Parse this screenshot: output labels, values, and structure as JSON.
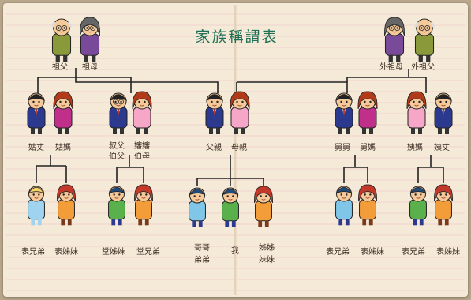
{
  "title": "家族稱謂表",
  "labels": {
    "grandfather": "祖父",
    "grandmother": "祖母",
    "maternal_grandmother": "外祖母",
    "maternal_grandfather": "外祖父",
    "paternal_aunt_husband": "姑丈",
    "paternal_aunt": "姑媽",
    "uncle_younger": "叔父",
    "uncle_younger_wife": "嬸嬸",
    "uncle_elder": "伯父",
    "uncle_elder_wife": "伯母",
    "father": "父親",
    "mother": "母親",
    "maternal_uncle": "舅舅",
    "maternal_uncle_wife": "舅媽",
    "maternal_aunt": "姨媽",
    "maternal_aunt_husband": "姨丈",
    "cousin_male_1": "表兄弟",
    "cousin_female_1": "表姊妹",
    "cousin_tang_female": "堂姊妹",
    "cousin_tang_male": "堂兄弟",
    "brother_elder": "哥哥",
    "brother_younger": "弟弟",
    "me": "我",
    "sister_elder": "姊姊",
    "sister_younger": "妹妹",
    "cousin_male_2": "表兄弟",
    "cousin_female_2": "表姊妹",
    "cousin_male_3": "表兄弟",
    "cousin_female_3": "表姊妹"
  },
  "colors": {
    "page": "#f4ead7",
    "rule_line": "#f0c9c9",
    "title": "#1f6f56",
    "line": "#222222"
  }
}
